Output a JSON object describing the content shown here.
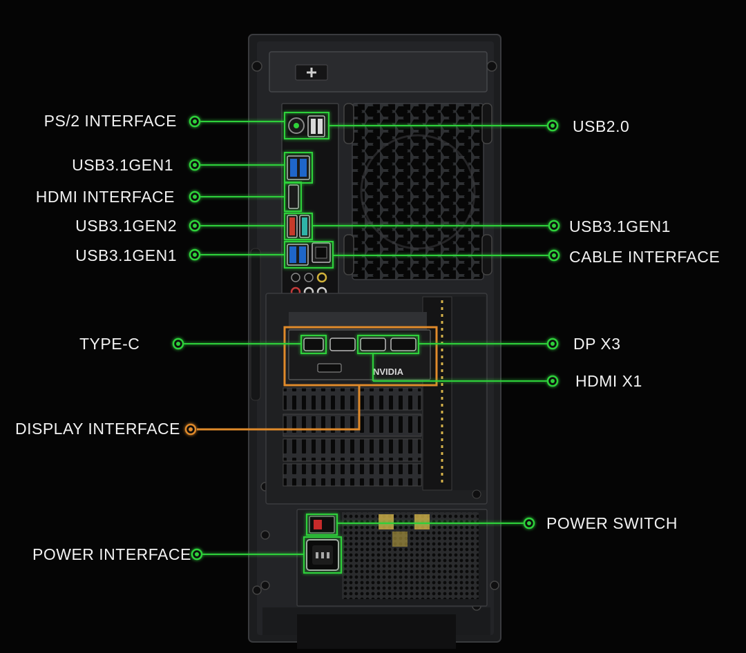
{
  "colors": {
    "background": "#050505",
    "callout_green": "#2fd13a",
    "callout_orange": "#e08a2a",
    "label_text": "#f2f2f2",
    "case_body": "#232427"
  },
  "labels": {
    "ps2": "PS/2 INTERFACE",
    "usb31_top": "USB3.1GEN1",
    "hdmi_mb": "HDMI INTERFACE",
    "usb31gen2": "USB3.1GEN2",
    "usb31_left_bottom": "USB3.1GEN1",
    "typec": "TYPE-C",
    "display": "DISPLAY INTERFACE",
    "power_interface": "POWER INTERFACE",
    "usb20": "USB2.0",
    "usb31_right": "USB3.1GEN1",
    "cable": "CABLE INTERFACE",
    "dp": "DP X3",
    "hdmi_gpu": "HDMI X1",
    "power_switch": "POWER SWITCH"
  },
  "gpu": {
    "brand": "NVIDIA"
  }
}
